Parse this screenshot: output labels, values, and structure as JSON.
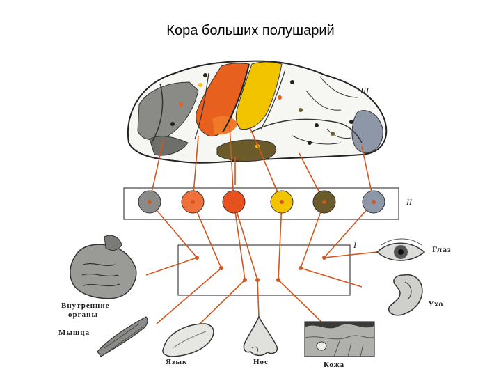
{
  "title": "Кора больших полушарий",
  "levels": {
    "top": "III",
    "middle": "II",
    "bottom": "I"
  },
  "organs": {
    "eye": "Глаз",
    "ear": "Ухо",
    "internal_line1": "Внутренние",
    "internal_line2": "органы",
    "muscle": "Мышца",
    "tongue": "Язык",
    "nose": "Нос",
    "skin": "Кожа"
  },
  "colors": {
    "pathway": "#d2561e",
    "grey_zone": "#8a8a86",
    "orange_zone": "#e8601e",
    "yellow_zone": "#f2c400",
    "olive_zone": "#6b5a2a",
    "blue_zone": "#8d97a8"
  }
}
